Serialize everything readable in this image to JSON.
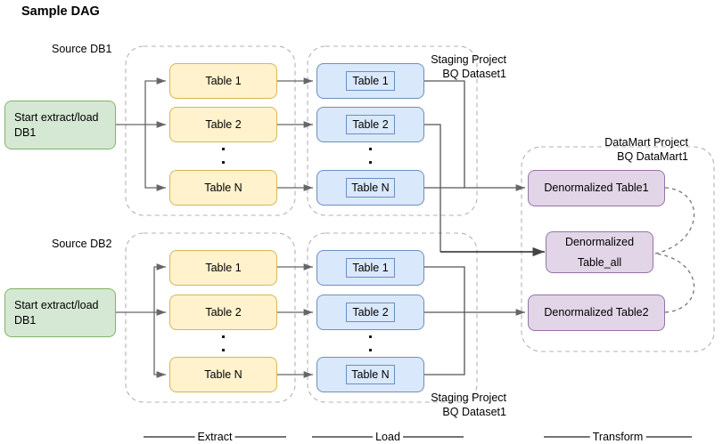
{
  "title": "Sample DAG",
  "colors": {
    "yellow_fill": "#FFF2CC",
    "yellow_stroke": "#D6B656",
    "blue_fill": "#DAE8FC",
    "blue_stroke": "#6C8EBF",
    "green_fill": "#D5E8D4",
    "green_stroke": "#82B366",
    "purple_fill": "#E1D5E7",
    "purple_stroke": "#9673A6",
    "line": "#666666",
    "container_dash": "#B3B3B3"
  },
  "sources": [
    {
      "label": "Source DB1",
      "start": "Start extract/load\nDB1"
    },
    {
      "label": "Source DB2",
      "start": "Start extract/load\nDB1"
    }
  ],
  "extract": {
    "row1": [
      "Table 1",
      "Table 2",
      "Table N"
    ],
    "row2": [
      "Table 1",
      "Table 2",
      "Table N"
    ]
  },
  "load": {
    "row1": [
      "Table 1",
      "Table 2",
      "Table N"
    ],
    "row2": [
      "Table 1",
      "Table 2",
      "Table N"
    ],
    "staging_label_top": "Staging Project\nBQ Dataset1",
    "staging_label_bottom": "Staging Project\nBQ Dataset1"
  },
  "transform": {
    "project_label": "DataMart Project\nBQ DataMart1",
    "nodes": [
      "Denormalized Table1",
      "Denormalized\n\nTable_all",
      "Denormalized Table2"
    ],
    "node_all_line1": "Denormalized",
    "node_all_line2": "Table_all"
  },
  "phases": [
    "Extract",
    "Load",
    "Transform"
  ]
}
